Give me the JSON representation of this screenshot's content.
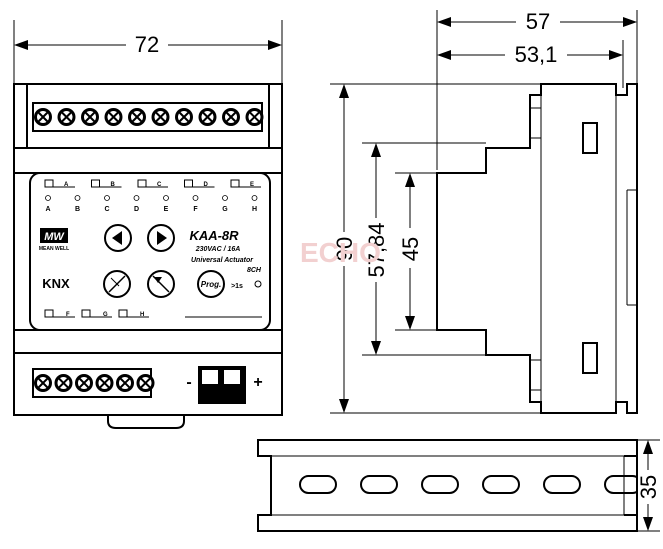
{
  "dimensions": {
    "front_width": "72",
    "side_depth_total": "57",
    "side_depth_body": "53,1",
    "height_total": "90",
    "height_middle": "57,84",
    "height_front": "45",
    "rail_height": "35"
  },
  "device": {
    "model": "KAA-8R",
    "rating": "230VAC / 16A",
    "description": "Universal Actuator",
    "channels": "8CH",
    "prog_button": "Prog.",
    "prog_hint": ">1s",
    "brand_logo": "MW",
    "brand_name": "MEAN WELL",
    "knx_logo": "KNX",
    "bus_minus": "-",
    "bus_plus": "+",
    "led_labels": [
      "A",
      "B",
      "C",
      "D",
      "E",
      "F",
      "G",
      "H"
    ],
    "top_channel_labels": [
      "A",
      "B",
      "C",
      "D",
      "E"
    ],
    "bottom_channel_labels": [
      "F",
      "G",
      "H"
    ]
  },
  "icons": {
    "left_arrow": "left-arrow-icon",
    "right_arrow": "right-arrow-icon",
    "manual_toggle": "manual-hand-icon",
    "status": "status-icon"
  },
  "watermark": "ECHO"
}
